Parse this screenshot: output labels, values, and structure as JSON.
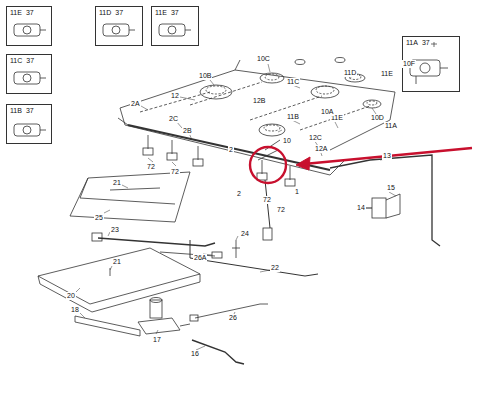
{
  "diagram": {
    "nodes": [
      {
        "text": [
          "11E",
          "37"
        ]
      },
      {
        "text": [
          "11D",
          "37"
        ]
      },
      {
        "text": [
          "11E",
          "37"
        ]
      },
      {
        "text": [
          "11C",
          "37"
        ]
      },
      {
        "text": [
          "11B",
          "37"
        ]
      },
      {
        "text": [
          "11A",
          "37"
        ]
      }
    ],
    "labels": [
      "10C",
      "10B",
      "10F",
      "11E",
      "11D",
      "12B",
      "12",
      "11C",
      "2A",
      "2C",
      "2B",
      "11B",
      "11E",
      "10D",
      "10A",
      "11A",
      "10",
      "12C",
      "12A",
      "2",
      "13",
      "72",
      "72",
      "2",
      "1",
      "72",
      "72",
      "21",
      "25",
      "23",
      "26A",
      "24",
      "22",
      "15",
      "14",
      "21",
      "20",
      "18",
      "17",
      "26",
      "16"
    ]
  }
}
